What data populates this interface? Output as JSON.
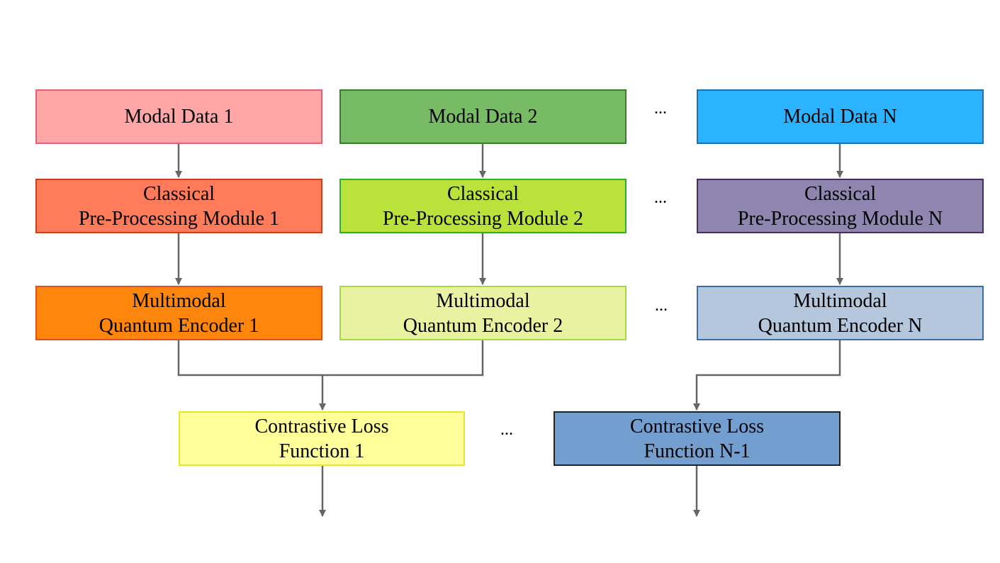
{
  "modal_data": [
    {
      "label": "Modal Data 1",
      "fill": "#ffa6a6",
      "border": "#e0607a"
    },
    {
      "label": "Modal Data 2",
      "fill": "#77bc65",
      "border": "#3a7d2c"
    },
    {
      "label": "Modal Data N",
      "fill": "#2bb3ff",
      "border": "#1e6fb0"
    }
  ],
  "preprocessing": [
    {
      "line1": "Classical",
      "line2": "Pre-Processing Module 1",
      "fill": "#ff7b59",
      "border": "#c9411b"
    },
    {
      "line1": "Classical",
      "line2": "Pre-Processing Module 2",
      "fill": "#b9e33b",
      "border": "#2fae2f"
    },
    {
      "line1": "Classical",
      "line2": "Pre-Processing Module N",
      "fill": "#8e86ae",
      "border": "#4b2a5e"
    }
  ],
  "encoders": [
    {
      "line1": "Multimodal",
      "line2": "Quantum Encoder 1",
      "fill": "#ff860d",
      "border": "#e0501a"
    },
    {
      "line1": "Multimodal",
      "line2": "Quantum Encoder 2",
      "fill": "#e8f2a1",
      "border": "#a7d93c"
    },
    {
      "line1": "Multimodal",
      "line2": "Quantum Encoder N",
      "fill": "#b4c7dc",
      "border": "#3a6ea5"
    }
  ],
  "losses": [
    {
      "line1": "Contrastive Loss",
      "line2": "Function 1",
      "fill": "#ffff99",
      "border": "#e6e630"
    },
    {
      "line1": "Contrastive Loss",
      "line2": "Function N-1",
      "fill": "#729fcf",
      "border": "#222222"
    }
  ],
  "ellipsis": "...",
  "connector_color": "#666666"
}
